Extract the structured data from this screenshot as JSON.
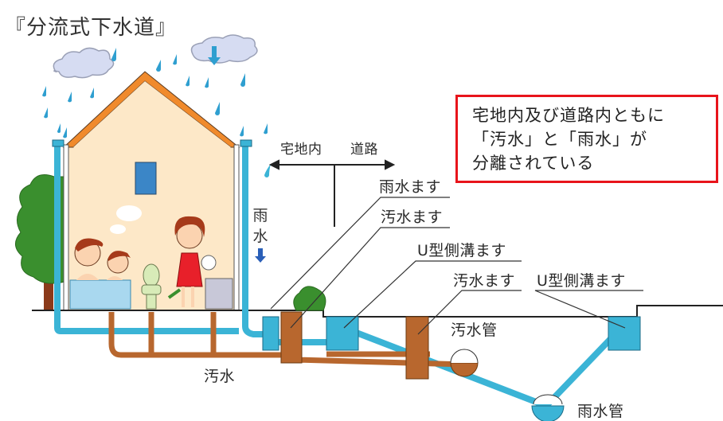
{
  "title": "『分流式下水道』",
  "note": {
    "lines": [
      "宅地内及び道路内ともに",
      "「汚水」と「雨水」が",
      "分離されている"
    ],
    "border_color": "#e8141b"
  },
  "boundary": {
    "left_label": "宅地内",
    "right_label": "道路"
  },
  "rain_label": {
    "chars": [
      "雨",
      "水"
    ]
  },
  "labels": {
    "rain_basin": "雨水ます",
    "sewage_basin_private": "汚水ます",
    "u_gutter_basin_left": "U型側溝ます",
    "sewage_basin_road": "汚水ます",
    "u_gutter_basin_right": "U型側溝ます",
    "sewage_pipe": "汚水管",
    "storm_pipe": "雨水管",
    "sewage": "汚水"
  },
  "colors": {
    "storm_water": "#3bb4d6",
    "sewage": "#b8672e",
    "roof": "#f08a2c",
    "wall": "#fde8c8",
    "tree": "#3a8f2e",
    "rain_drop": "#2f9fd0",
    "cloud": "#d6dcf2"
  }
}
